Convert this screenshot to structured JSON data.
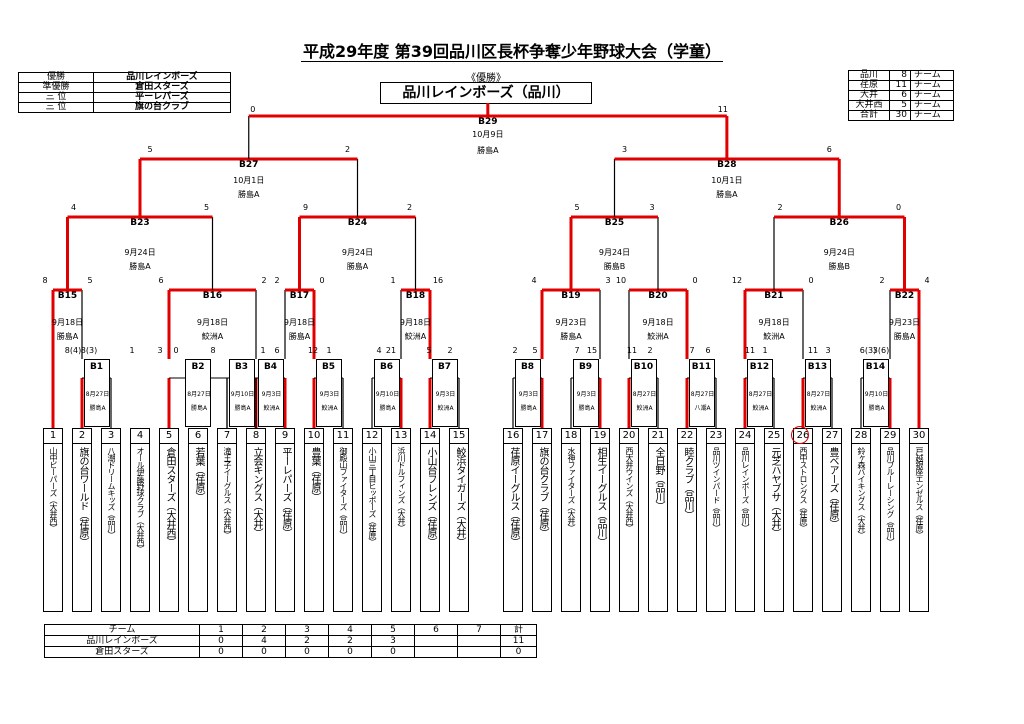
{
  "title": "平成29年度 第39回品川区長杯争奪少年野球大会（学童）",
  "results": [
    {
      "rank": "優勝",
      "team": "品川レインボーズ"
    },
    {
      "rank": "準優勝",
      "team": "倉田スターズ"
    },
    {
      "rank": "三 位",
      "team": "平ーレパーズ"
    },
    {
      "rank": "三 位",
      "team": "旗の台クラブ"
    }
  ],
  "counts": [
    {
      "name": "品川",
      "num": "8",
      "unit": "チーム"
    },
    {
      "name": "荏原",
      "num": "11",
      "unit": "チーム"
    },
    {
      "name": "大井",
      "num": "6",
      "unit": "チーム"
    },
    {
      "name": "大井西",
      "num": "5",
      "unit": "チーム"
    },
    {
      "name": "合計",
      "num": "30",
      "unit": "チーム"
    }
  ],
  "champion": {
    "label": "《優勝》",
    "team": "品川レインボーズ（品川）"
  },
  "teams": [
    {
      "no": "1",
      "name": "山中ビーパーズ（大井西）"
    },
    {
      "no": "2",
      "name": "旗の台ワールド（荏原）"
    },
    {
      "no": "3",
      "name": "八潮ドリームキッズ（品川）"
    },
    {
      "no": "4",
      "name": "オール伊藤野球クラブ（大井西）"
    },
    {
      "no": "5",
      "name": "倉田スターズ（大井西）"
    },
    {
      "no": "6",
      "name": "若葉（荏原）"
    },
    {
      "no": "7",
      "name": "滝王子イーグルス（大井西）"
    },
    {
      "no": "8",
      "name": "立会キングス（大井）"
    },
    {
      "no": "9",
      "name": "平ーレパーズ（荏原）"
    },
    {
      "no": "10",
      "name": "豊葉（荏原）"
    },
    {
      "no": "11",
      "name": "御殿山ファイターズ（品川）"
    },
    {
      "no": "12",
      "name": "小山三丁目ヒッポーズ（荏原）"
    },
    {
      "no": "13",
      "name": "浜川ドルフィンズ（大井）"
    },
    {
      "no": "14",
      "name": "小山台フレンズ（荏原）"
    },
    {
      "no": "15",
      "name": "鮫浜タイガーズ（大井）"
    },
    {
      "no": "16",
      "name": "荏原イーグルス（荏原）"
    },
    {
      "no": "17",
      "name": "旗の台クラブ（荏原）"
    },
    {
      "no": "18",
      "name": "水神ファイターズ（大井）"
    },
    {
      "no": "19",
      "name": "相生イーグルス（品川）"
    },
    {
      "no": "20",
      "name": "西大井ウインズ（大井西）"
    },
    {
      "no": "21",
      "name": "全日野（品川）"
    },
    {
      "no": "22",
      "name": "睦クラブ（品川）"
    },
    {
      "no": "23",
      "name": "品川ツインパード（品川）"
    },
    {
      "no": "24",
      "name": "品川レインボーズ（品川）"
    },
    {
      "no": "25",
      "name": "元芝ハヤブサ（大井）"
    },
    {
      "no": "26",
      "name": "西中ストロングス（荏原）"
    },
    {
      "no": "27",
      "name": "豊ベアーズ（荏原）"
    },
    {
      "no": "28",
      "name": "鈴ヶ森バイキングス（大井）"
    },
    {
      "no": "29",
      "name": "品川ブルーレーシング（品川）"
    },
    {
      "no": "30",
      "name": "戸越銀座エンゼルス（荏原）"
    }
  ],
  "games_r1": [
    {
      "id": "B1",
      "date": "8月27日",
      "place": "勝島A"
    },
    {
      "id": "B2",
      "date": "8月27日",
      "place": "勝島A"
    },
    {
      "id": "B3",
      "date": "9月10日",
      "place": "勝島A"
    },
    {
      "id": "B4",
      "date": "9月3日",
      "place": "鮫洲A"
    },
    {
      "id": "B5",
      "date": "9月3日",
      "place": "鮫洲A"
    },
    {
      "id": "B6",
      "date": "9月10日",
      "place": "勝島A"
    },
    {
      "id": "B7",
      "date": "9月3日",
      "place": "鮫洲A"
    },
    {
      "id": "B8",
      "date": "9月3日",
      "place": "勝島A"
    },
    {
      "id": "B9",
      "date": "9月3日",
      "place": "勝島A"
    },
    {
      "id": "B10",
      "date": "8月27日",
      "place": "鮫洲A"
    },
    {
      "id": "B11",
      "date": "8月27日",
      "place": "八潮A"
    },
    {
      "id": "B12",
      "date": "8月27日",
      "place": "鮫洲A"
    },
    {
      "id": "B13",
      "date": "8月27日",
      "place": "鮫洲A"
    },
    {
      "id": "B14",
      "date": "9月10日",
      "place": "勝島A"
    }
  ],
  "games_r2": [
    {
      "id": "B15",
      "date": "9月18日",
      "place": "勝島A"
    },
    {
      "id": "B16",
      "date": "9月18日",
      "place": "鮫洲A"
    },
    {
      "id": "B17",
      "date": "9月18日",
      "place": "勝島A"
    },
    {
      "id": "B18",
      "date": "9月18日",
      "place": "鮫洲A"
    },
    {
      "id": "B19",
      "date": "9月23日",
      "place": "勝島A"
    },
    {
      "id": "B20",
      "date": "9月18日",
      "place": "鮫洲A"
    },
    {
      "id": "B21",
      "date": "9月18日",
      "place": "鮫洲A"
    },
    {
      "id": "B22",
      "date": "9月23日",
      "place": "勝島A"
    }
  ],
  "games_r3": [
    {
      "id": "B23",
      "date": "9月24日",
      "place": "勝島A"
    },
    {
      "id": "B24",
      "date": "9月24日",
      "place": "勝島A"
    },
    {
      "id": "B25",
      "date": "9月24日",
      "place": "勝島B"
    },
    {
      "id": "B26",
      "date": "9月24日",
      "place": "勝島B"
    }
  ],
  "games_r4": [
    {
      "id": "B27",
      "date": "10月1日",
      "place": "勝島A"
    },
    {
      "id": "B28",
      "date": "10月1日",
      "place": "勝島A"
    }
  ],
  "game_final": {
    "id": "B29",
    "date": "10月9日",
    "place": "勝島A"
  },
  "scores": {
    "r1": [
      "8(4)",
      "8(3)",
      "1",
      "3",
      "0",
      "8",
      "1",
      "6",
      "12",
      "1",
      "4",
      "21",
      "5",
      "2",
      "2",
      "5",
      "7",
      "15",
      "11",
      "2",
      "7",
      "6",
      "11",
      "1",
      "11",
      "3",
      "6(3)",
      "3(6)"
    ],
    "r2": [
      "8",
      "5",
      "6",
      "2",
      "2",
      "0",
      "1",
      "16",
      "4",
      "3",
      "10",
      "0",
      "12",
      "0",
      "2",
      "4"
    ],
    "r3": [
      "4",
      "5",
      "9",
      "2",
      "5",
      "3",
      "2",
      "0"
    ],
    "r4": [
      "5",
      "2",
      "3",
      "6"
    ],
    "final": [
      "0",
      "11"
    ]
  },
  "scoreboard": {
    "header": [
      "チーム",
      "1",
      "2",
      "3",
      "4",
      "5",
      "6",
      "7",
      "計"
    ],
    "rows": [
      [
        "品川レインボーズ",
        "0",
        "4",
        "2",
        "2",
        "3",
        "",
        "",
        "11"
      ],
      [
        "倉田スターズ",
        "0",
        "0",
        "0",
        "0",
        "0",
        "",
        "",
        "0"
      ]
    ]
  },
  "colors": {
    "win_line": "#e00000",
    "line": "#000000"
  }
}
